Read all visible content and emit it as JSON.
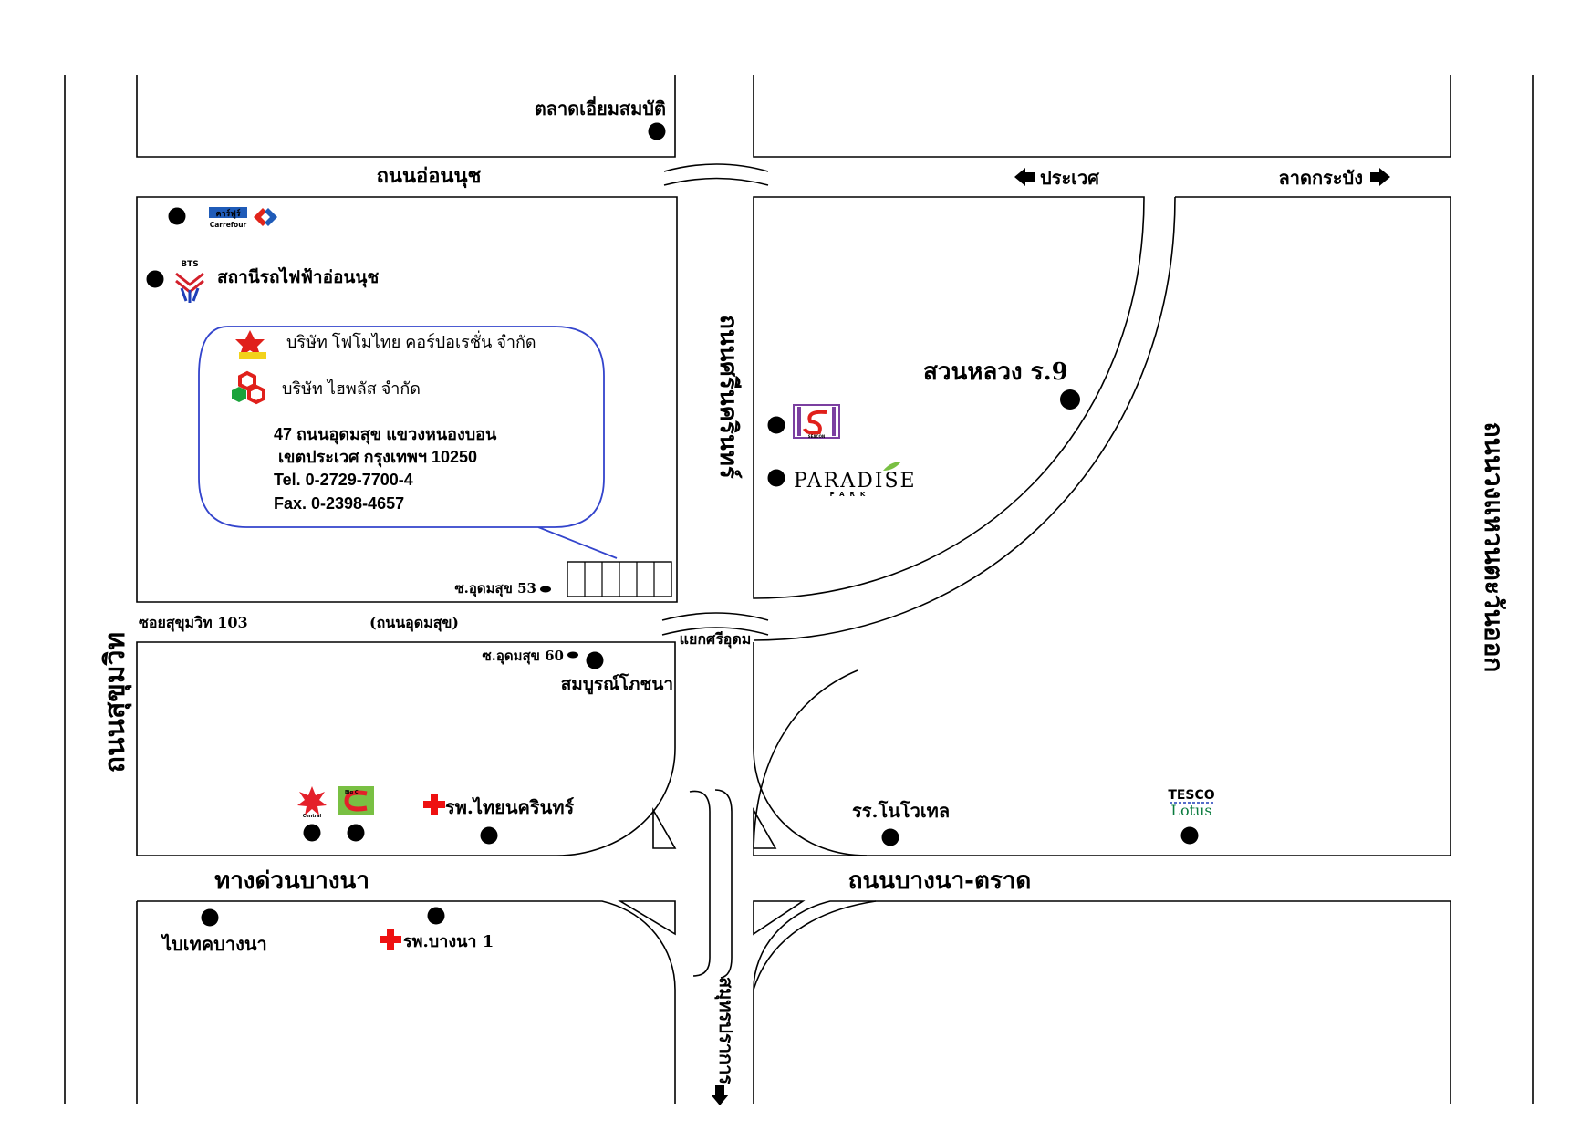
{
  "roads": {
    "sukhumvit": "ถนนสุขุมวิท",
    "on_nut": "ถนนอ่อนนุช",
    "srinakarin": "ถนนศรีนครินทร์",
    "kanchanaphisek": "ถนนวงแหวนตะวันออก",
    "bangna_expressway": "ทางด่วนบางนา",
    "bangna_trad": "ถนนบางนา-ตราด",
    "soi_sukhumvit_103": "ซอยสุขุมวิท 103",
    "udomsuk": "(ถนนอุดมสุข)",
    "samut_prakan": "สมุทรปราการ",
    "to_prawet": "ประเวศ",
    "to_lat_krabang": "ลาดกระบัง"
  },
  "landmarks": {
    "market": "ตลาดเอี่ยมสมบัติ",
    "carrefour_thai": "คาร์ฟูร์",
    "carrefour_en": "Carrefour",
    "bts_logo": "BTS",
    "bts_station": "สถานีรถไฟฟ้าอ่อนนุช",
    "suan_luang": "สวนหลวง ร.9",
    "seacon": "SEACON",
    "paradise": "PARADISE",
    "paradise_park": "PARK",
    "soi_53": "ซ.อุดมสุข 53",
    "soi_60": "ซ.อุดมสุข 60",
    "intersection": "แยกศรีอุดม",
    "sombun": "สมบูรณ์โภชนา",
    "central": "Central",
    "big_c": "Big C",
    "thainakarin_hospital": "รพ.ไทยนครินทร์",
    "novotel": "รร.โนโวเทล",
    "tesco": "TESCO",
    "lotus": "Lotus",
    "bytec": "ไบเทคบางนา",
    "bangna1_hospital": "รพ.บางนา 1"
  },
  "company": {
    "name1": "บริษัท โฟโมไทย คอร์ปอเรชั่น จำกัด",
    "name2": "บริษัท ไฮพลัส จำกัด",
    "address1": "47  ถนนอุดมสุข แขวงหนองบอน",
    "address2": "เขตประเวศ  กรุงเทพฯ 10250",
    "tel": "Tel.  0-2729-7700-4",
    "fax": "Fax. 0-2398-4657"
  },
  "colors": {
    "bubble_stroke": "#3344cc",
    "hospital_cross": "#ee1111",
    "carrefour_blue": "#1f5bb8",
    "carrefour_red": "#e1251b",
    "tesco_red": "#d3202b",
    "lotus_green": "#0a7b3e",
    "big_c_green": "#79c043",
    "central_red": "#e4202a",
    "hiplus_red": "#e0201b",
    "hiplus_green": "#1aa33b",
    "seacon_purple": "#7b3fa0"
  }
}
